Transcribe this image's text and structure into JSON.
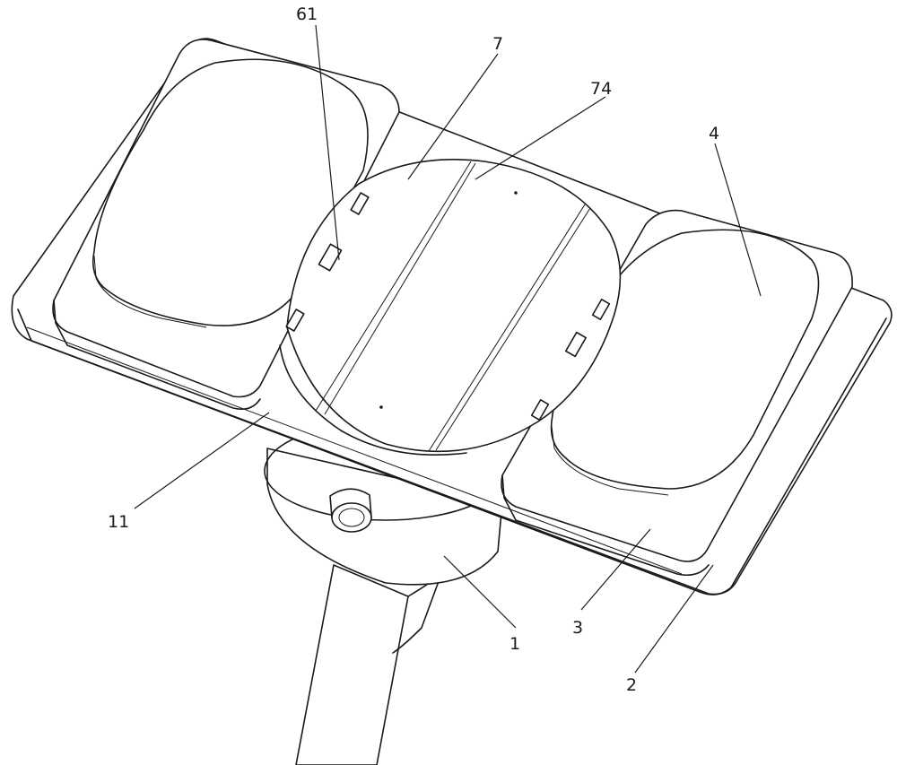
{
  "diagram": {
    "labels": [
      {
        "id": "label-61",
        "text": "61"
      },
      {
        "id": "label-7",
        "text": "7"
      },
      {
        "id": "label-74",
        "text": "74"
      },
      {
        "id": "label-4",
        "text": "4"
      },
      {
        "id": "label-11",
        "text": "11"
      },
      {
        "id": "label-1",
        "text": "1"
      },
      {
        "id": "label-3",
        "text": "3"
      },
      {
        "id": "label-2",
        "text": "2"
      }
    ]
  }
}
